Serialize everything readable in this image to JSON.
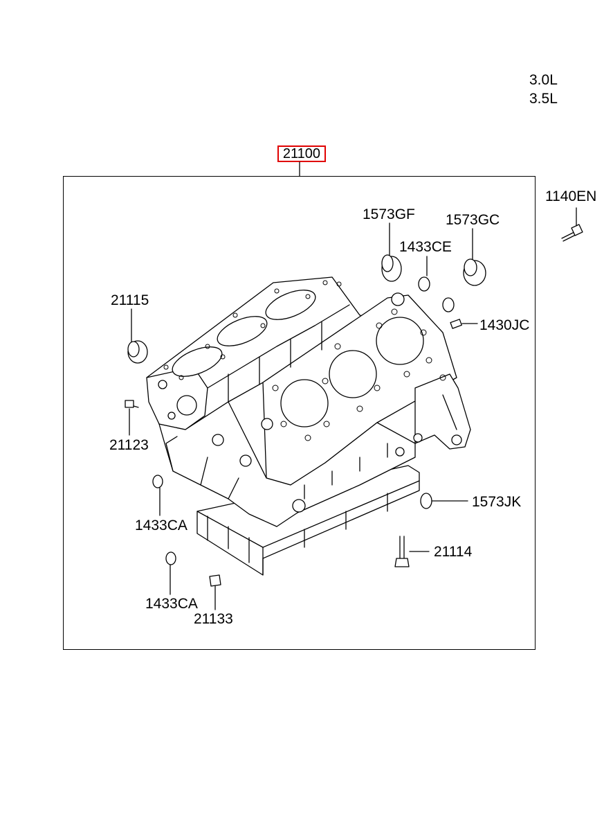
{
  "engine_variants": [
    "3.0L",
    "3.5L"
  ],
  "assembly": {
    "part_no": "21100",
    "highlight_color": "#e00000"
  },
  "callouts": {
    "p1140EN": "1140EN",
    "p1573GF": "1573GF",
    "p1573GC": "1573GC",
    "p1433CE": "1433CE",
    "p21115": "21115",
    "p1430JC": "1430JC",
    "p21123": "21123",
    "p1573JK": "1573JK",
    "p1433CA_a": "1433CA",
    "p21114": "21114",
    "p1433CA_b": "1433CA",
    "p21133": "21133"
  }
}
